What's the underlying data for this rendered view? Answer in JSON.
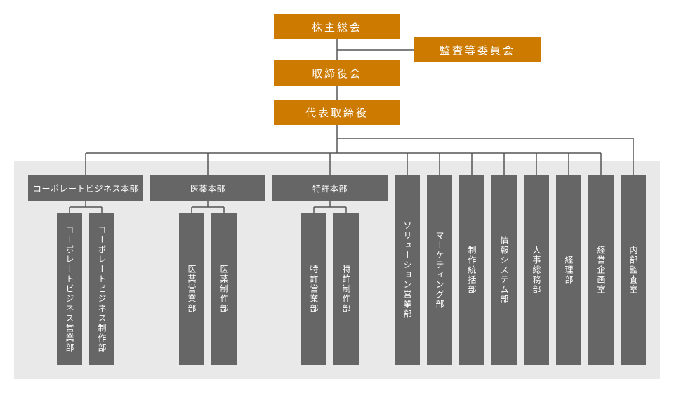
{
  "top": {
    "shareholders": "株主総会",
    "audit_committee": "監査等委員会",
    "board": "取締役会",
    "representative": "代表取締役"
  },
  "divisions": {
    "corporate": {
      "label": "コーポレートビジネス本部",
      "subs": [
        "コーポレートビジネス営業部",
        "コーポレートビジネス制作部"
      ]
    },
    "pharma": {
      "label": "医薬本部",
      "subs": [
        "医薬営業部",
        "医薬制作部"
      ]
    },
    "patent": {
      "label": "特許本部",
      "subs": [
        "特許営業部",
        "特許制作部"
      ]
    }
  },
  "departments": [
    "ソリューション営業部",
    "マーケティング部",
    "制作統括部",
    "情報システム部",
    "人事総務部",
    "経理部",
    "経営企画室",
    "内部監査室"
  ],
  "colors": {
    "accent": "#cc7a00",
    "box": "#666666",
    "panel": "#e9e9e9",
    "line": "#555555"
  }
}
